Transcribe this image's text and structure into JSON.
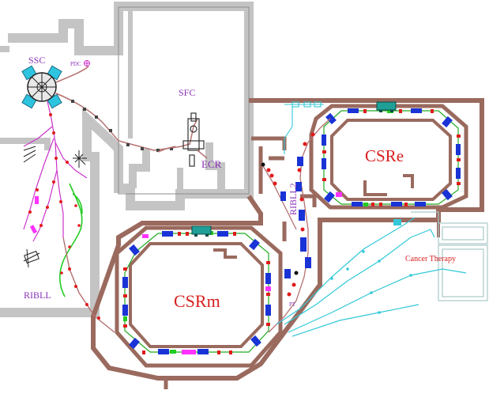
{
  "labels": {
    "ssc": "SSC",
    "pdc": "PDC",
    "sfc": "SFC",
    "ecr": "ECR",
    "csre": "CSRe",
    "ribll2": "RIBLL2",
    "csrm": "CSRm",
    "ribll": "RIBLL",
    "cancer_therapy": "Cancer Therapy",
    "pt": "PT"
  },
  "colors": {
    "wall": "#9a6a5e",
    "grey_wall": "#c4c4c4",
    "grey_line": "#8c8c8c",
    "magnet_blue": "#1a33d6",
    "magnet_red": "#e11a1a",
    "beamline": "#b57070",
    "ribll_green": "#22cc22",
    "ssc_lines": "#cc33cc",
    "therapy_cyan": "#33c8d8",
    "csr_text": "#d81e1e",
    "accel_label": "#8a33b8",
    "ssc_cyan": "#2ec4e0",
    "magenta": "#ff33ff",
    "teal_box": "#1f9f98"
  }
}
